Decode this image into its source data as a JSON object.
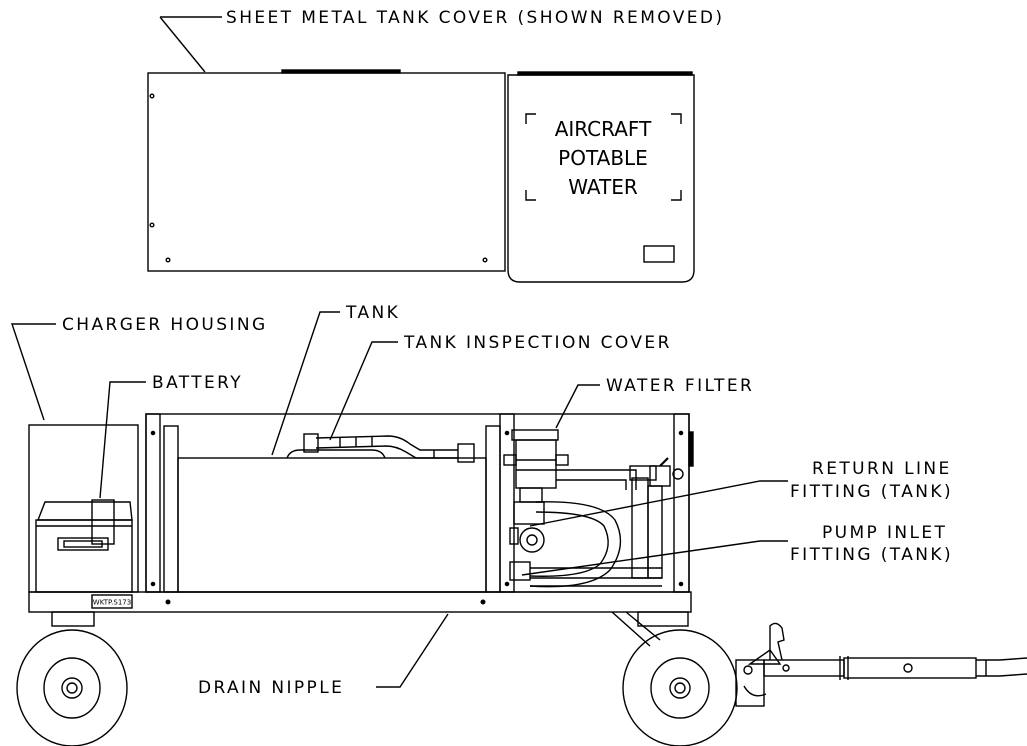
{
  "callouts": {
    "sheet_metal_cover": "SHEET METAL TANK COVER (SHOWN REMOVED)",
    "charger_housing": "CHARGER HOUSING",
    "tank": "TANK",
    "tank_inspection_cover": "TANK INSPECTION COVER",
    "battery": "BATTERY",
    "water_filter": "WATER FILTER",
    "return_line_1": "RETURN LINE",
    "return_line_2": "FITTING (TANK)",
    "pump_inlet_1": "PUMP INLET",
    "pump_inlet_2": "FITTING (TANK)",
    "drain_nipple": "DRAIN NIPPLE"
  },
  "sign": {
    "line1": "AIRCRAFT",
    "line2": "POTABLE",
    "line3": "WATER"
  },
  "nameplate": "WKTP.S173"
}
